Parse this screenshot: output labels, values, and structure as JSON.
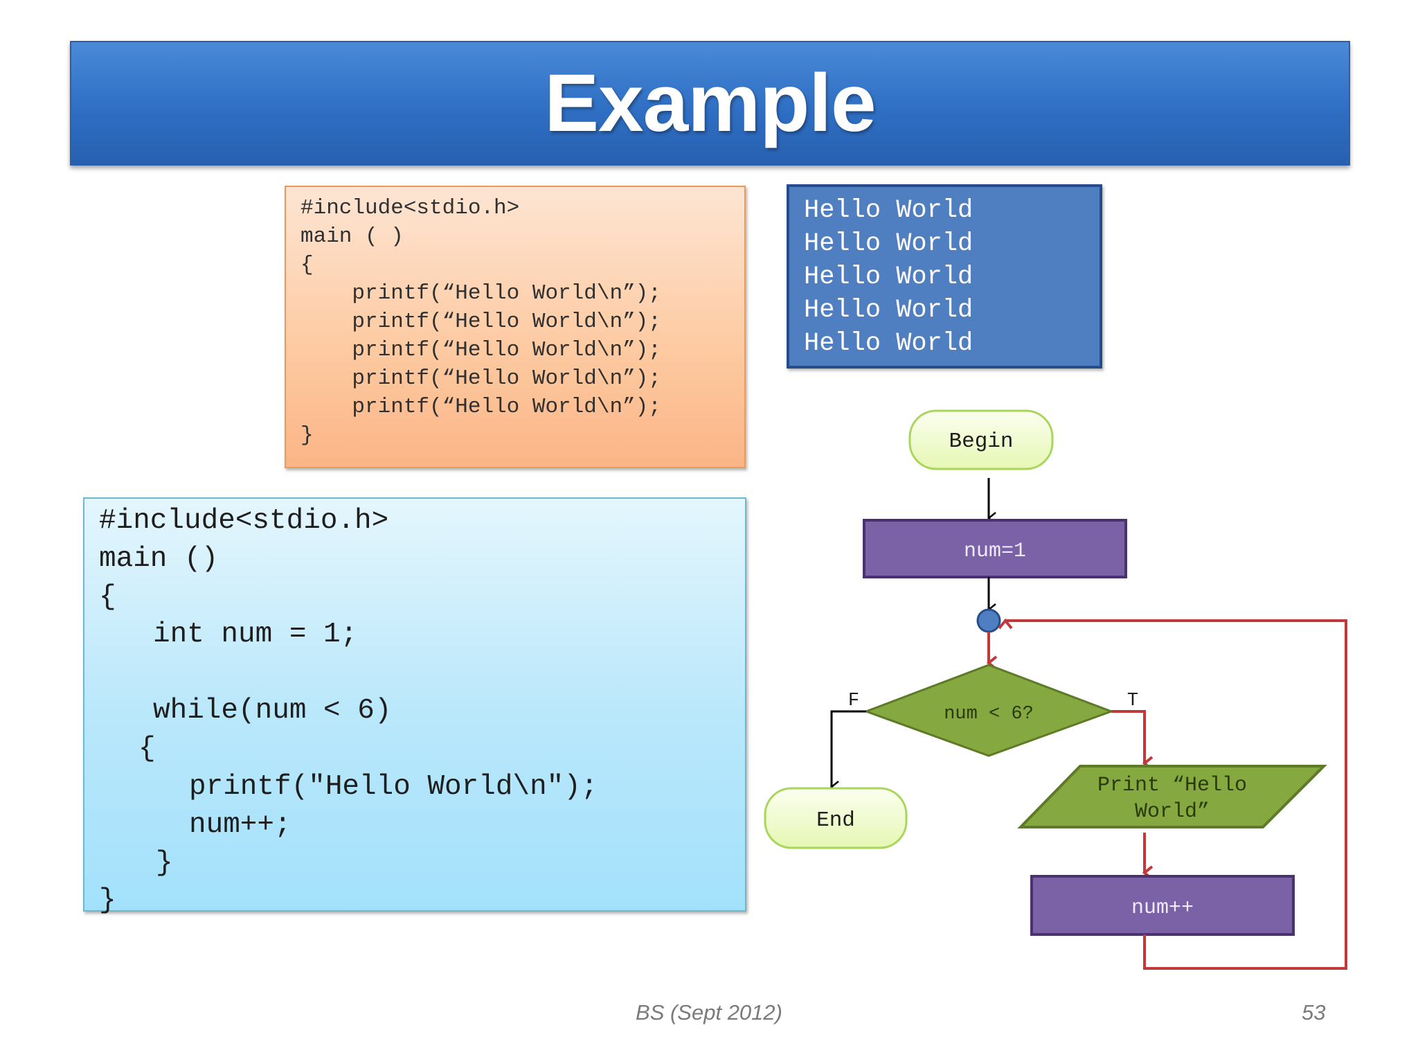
{
  "slide": {
    "title": "Example",
    "footer": "BS (Sept 2012)",
    "page_number": "53"
  },
  "code_repeated": {
    "lines": [
      "#include<stdio.h>",
      "main ( )",
      "{",
      "    printf(“Hello World\\n”);",
      "    printf(“Hello World\\n”);",
      "    printf(“Hello World\\n”);",
      "    printf(“Hello World\\n”);",
      "    printf(“Hello World\\n”);",
      "}"
    ]
  },
  "output": {
    "lines": [
      "Hello World",
      "Hello World",
      "Hello World",
      "Hello World",
      "Hello World"
    ]
  },
  "code_loop": {
    "lines": [
      "#include<stdio.h>",
      "main ()",
      "{",
      "int num = 1;",
      "while(num < 6)",
      "{",
      "printf(\"Hello World\\n\");",
      "num++;",
      "}",
      "}"
    ]
  },
  "flowchart": {
    "begin": "Begin",
    "init": "num=1",
    "condition": "num < 6?",
    "false_label": "F",
    "true_label": "T",
    "print_line1": "Print “Hello",
    "print_line2": "World”",
    "increment": "num++",
    "end": "End",
    "colors": {
      "terminal_fill": "#f1fbd3",
      "terminal_stroke": "#8fc341",
      "process_fill": "#7b61a6",
      "process_stroke": "#4a3270",
      "decision_fill": "#86a840",
      "decision_stroke": "#5e7a26",
      "connector_fill": "#4f7fc0",
      "loop_arrow": "#c0393b"
    }
  }
}
